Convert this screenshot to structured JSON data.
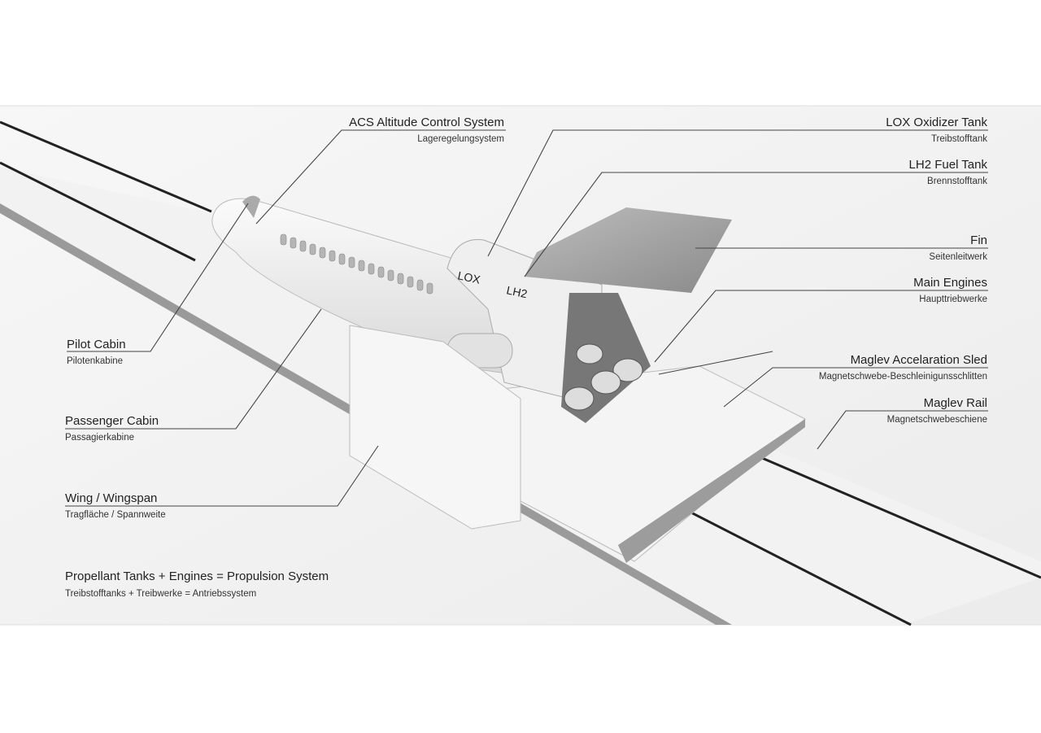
{
  "diagram": {
    "labels": {
      "acs": {
        "en": "ACS Altitude Control System",
        "de": "Lageregelungsystem"
      },
      "lox": {
        "en": "LOX Oxidizer Tank",
        "de": "Treibstofftank"
      },
      "lh2": {
        "en": "LH2 Fuel Tank",
        "de": "Brennstofftank"
      },
      "fin": {
        "en": "Fin",
        "de": "Seitenleitwerk"
      },
      "engines": {
        "en": "Main Engines",
        "de": "Haupttriebwerke"
      },
      "sled": {
        "en": "Maglev Accelaration Sled",
        "de": "Magnetschwebe-Beschleinigunsschlitten"
      },
      "rail": {
        "en": "Maglev Rail",
        "de": "Magnetschwebeschiene"
      },
      "pilot": {
        "en": "Pilot Cabin",
        "de": "Pilotenkabine"
      },
      "passenger": {
        "en": "Passenger Cabin",
        "de": "Passagierkabine"
      },
      "wing": {
        "en": "Wing / Wingspan",
        "de": "Tragfläche / Spannweite"
      }
    },
    "tank_marks": {
      "lox": "LOX",
      "lh2": "LH2"
    },
    "footer": {
      "en": "Propellant Tanks + Engines = Propulsion System",
      "de": "Treibstofftanks + Treibwerke = Antriebssystem"
    }
  }
}
